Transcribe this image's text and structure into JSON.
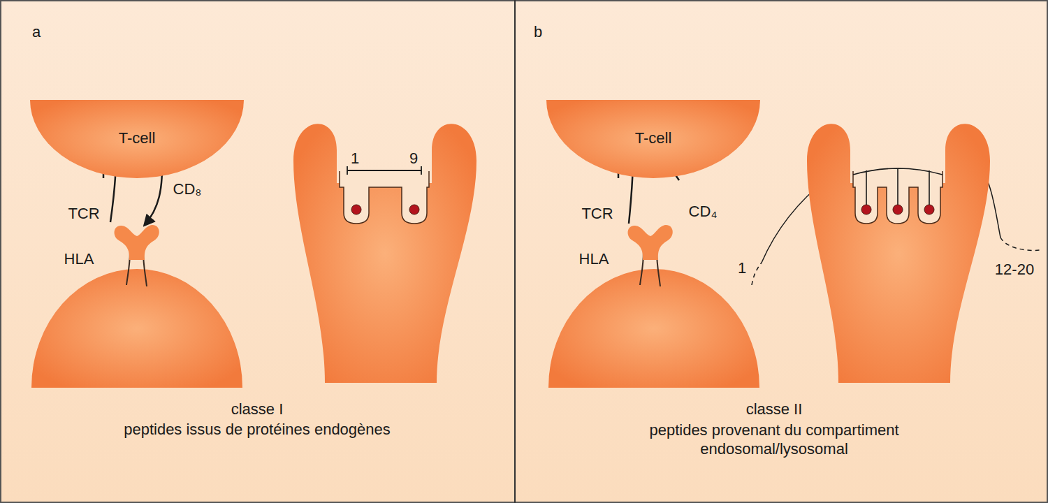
{
  "diagram": {
    "nodes": [
      {
        "text": [
          "T-cell"
        ]
      },
      {
        "text": [
          "T-cell"
        ]
      }
    ],
    "labels": [
      "a",
      "TCR",
      "CD₈",
      "HLA",
      "1",
      "9",
      "classe I",
      "peptides issus de protéines endogènes",
      "b",
      "TCR",
      "CD₄",
      "HLA",
      "1",
      "12-20",
      "classe II",
      "peptides provenant du compartiment endosomal/lysosomal"
    ]
  }
}
